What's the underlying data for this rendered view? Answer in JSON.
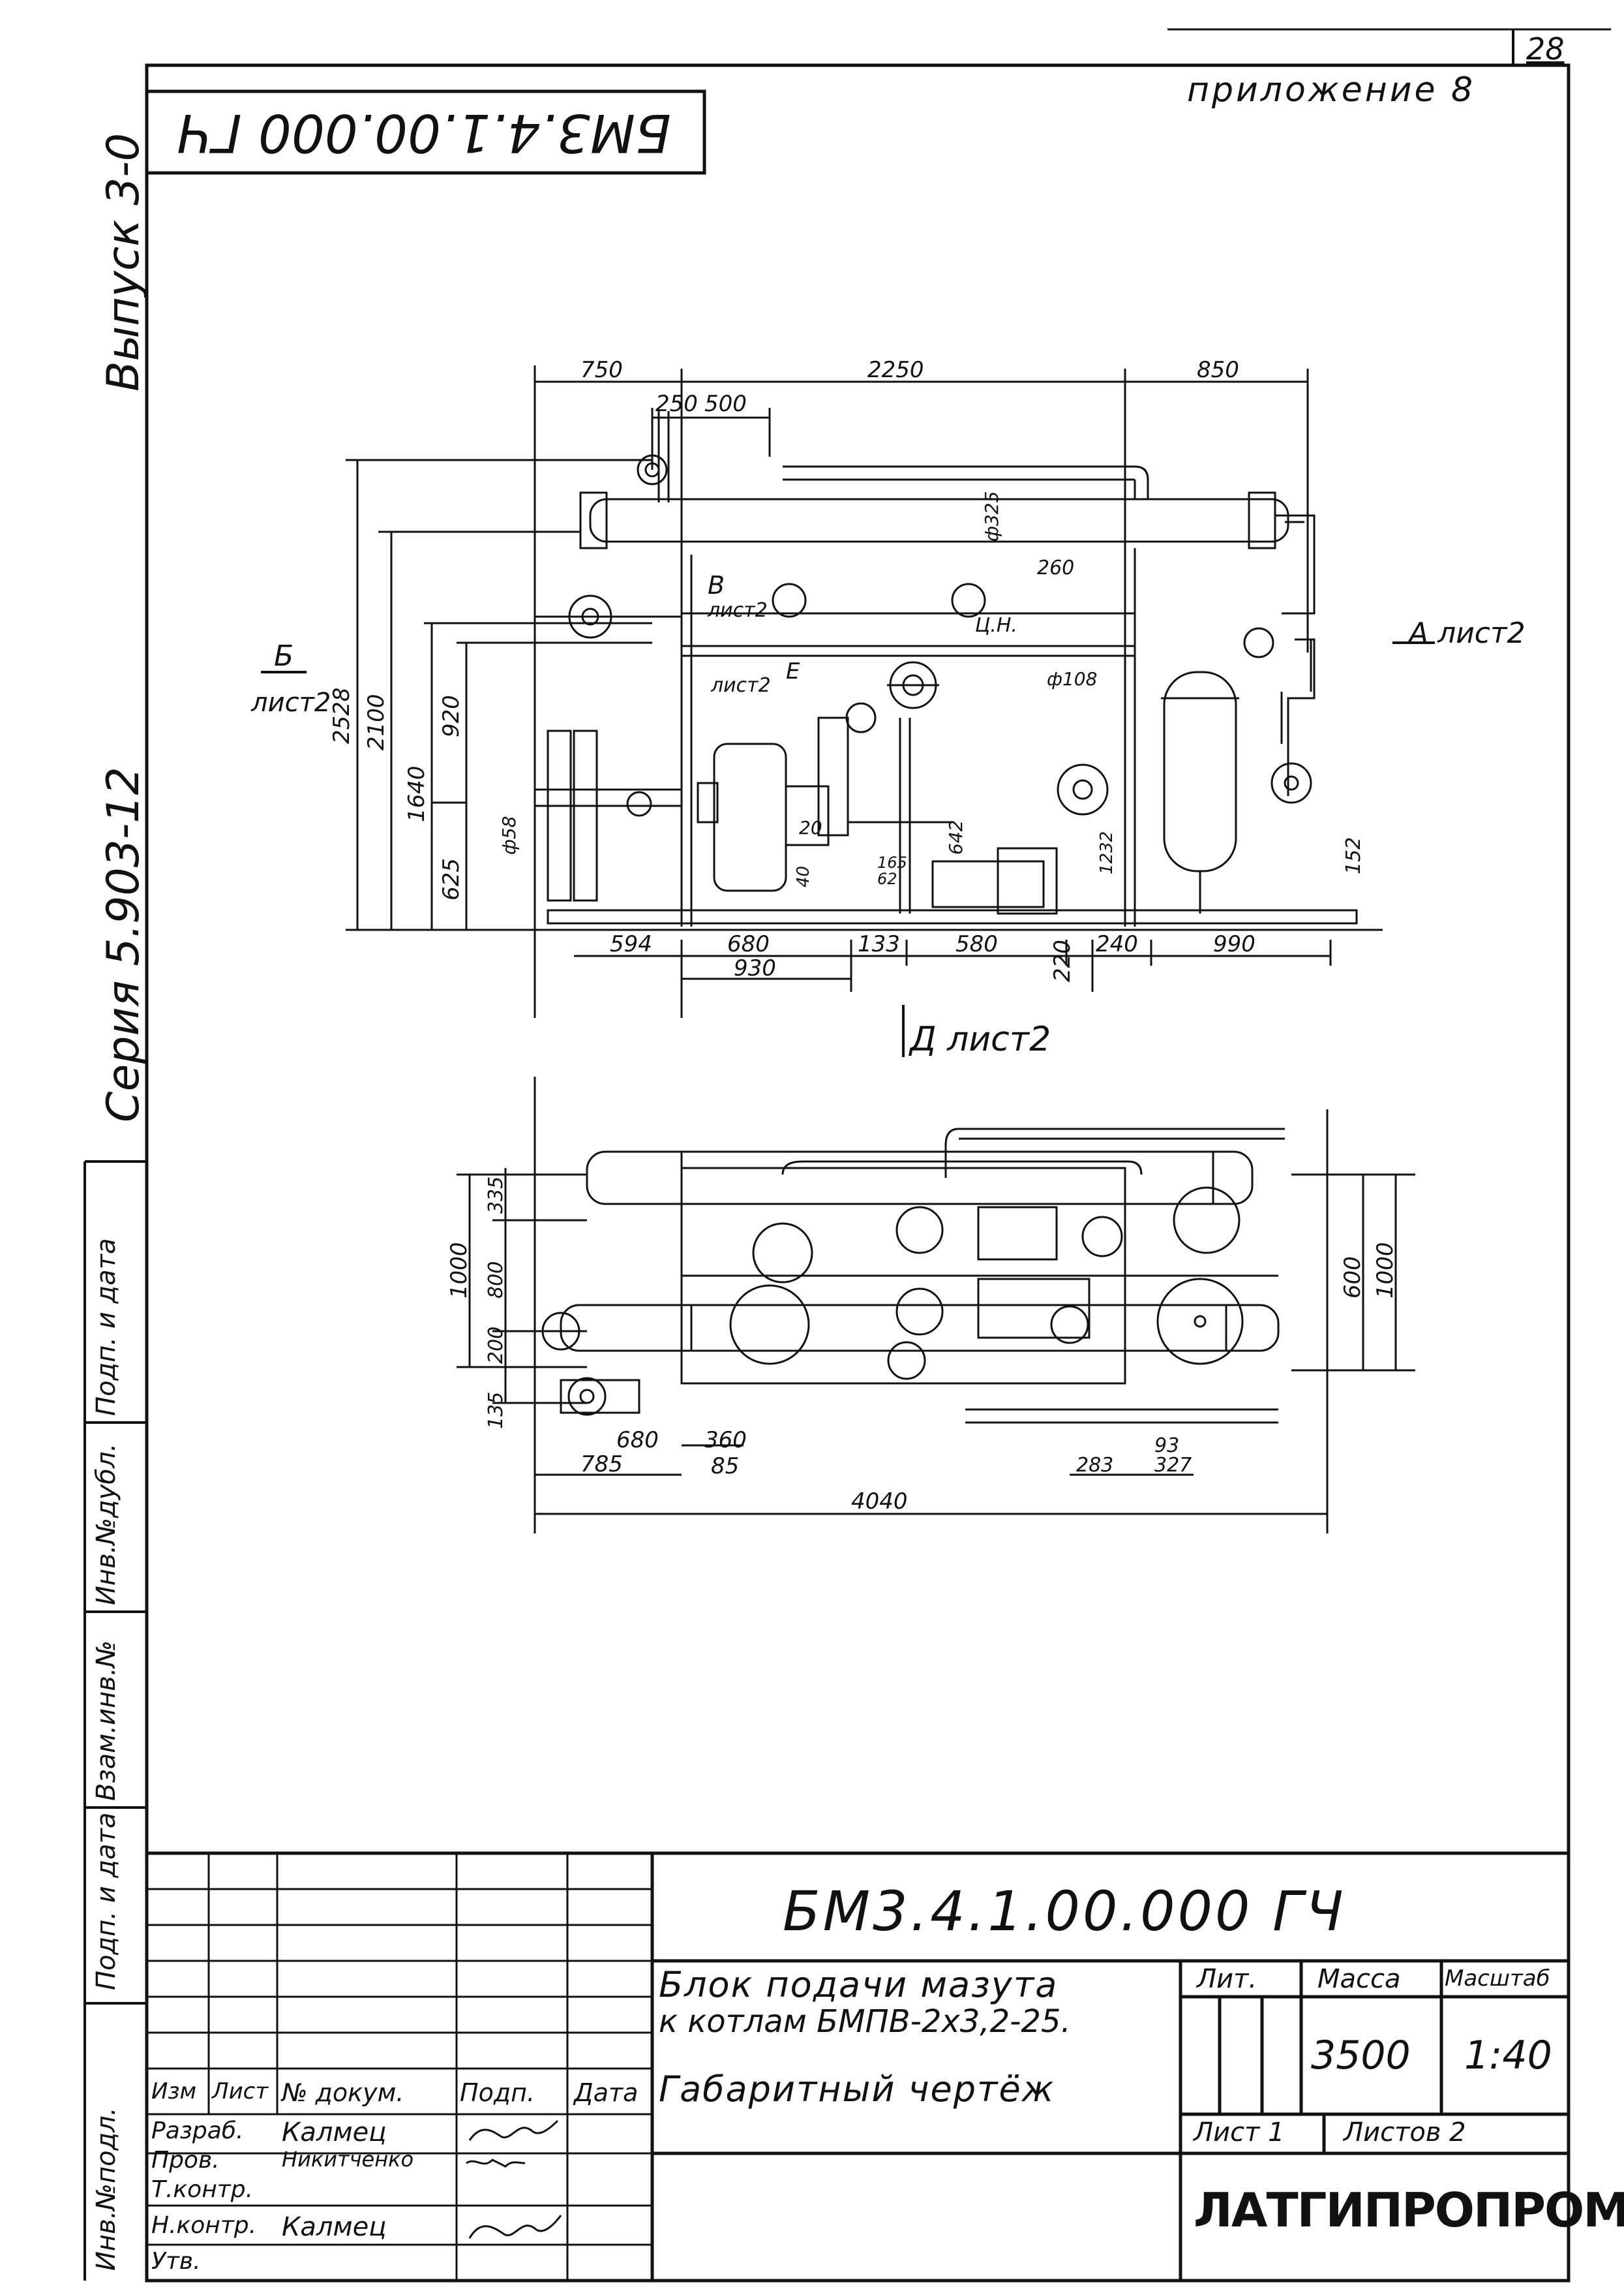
{
  "header": {
    "top_fragment": "приложение 8",
    "sheet_number": "28",
    "appendix": "приложение 8",
    "stamp_rotated": "БМ3.4.1.00.000 ГЧ"
  },
  "left_margin": {
    "vypusk": "Выпуск 3-0",
    "seria": "Серия 5.903-12",
    "fields": [
      "Инв.№подл.",
      "Подп. и дата",
      "Взам.инв.№",
      "Инв.№дубл.",
      "Подп. и дата"
    ]
  },
  "elevation_view": {
    "dims_top": [
      "750",
      "2250",
      "850",
      "250",
      "500"
    ],
    "dims_left": [
      "2528",
      "2100",
      "1640",
      "920",
      "625"
    ],
    "dims_bottom": [
      "594",
      "680",
      "133",
      "580",
      "220",
      "240",
      "990",
      "930"
    ],
    "annotations": [
      "ф325",
      "260",
      "Ц.Н.",
      "ф108",
      "ф58",
      "20",
      "40",
      "165",
      "62",
      "642",
      "1232",
      "152"
    ],
    "section_marks": {
      "a": "А лист2",
      "b": "Б",
      "b_sheet": "лист2",
      "v": "В",
      "v_sheet": "лист2",
      "e": "Е",
      "e_sheet": "лист2",
      "d": "Д лист2"
    }
  },
  "plan_view": {
    "dims_left": [
      "1000",
      "335",
      "800",
      "200",
      "135"
    ],
    "dims_right": [
      "600",
      "1000"
    ],
    "dims_bottom": [
      "680",
      "360",
      "785",
      "85",
      "93",
      "283",
      "327",
      "4040"
    ]
  },
  "title_block": {
    "designation": "БМ3.4.1.00.000 ГЧ",
    "product_name_line1": "Блок подачи мазута",
    "product_name_line2": "к котлам БМПВ-2х3,2-25.",
    "doc_name": "Габаритный чертёж",
    "col_headers": [
      "Изм",
      "Лист",
      "№ докум.",
      "Подп.",
      "Дата"
    ],
    "rows": [
      {
        "role": "Разраб.",
        "name": "Калмец"
      },
      {
        "role": "Пров.",
        "name": "Никитченко"
      },
      {
        "role": "Т.контр.",
        "name": ""
      },
      {
        "role": "",
        "name": ""
      },
      {
        "role": "Н.контр.",
        "name": "Калмец"
      },
      {
        "role": "Утв.",
        "name": ""
      }
    ],
    "lit_label": "Лит.",
    "massa_label": "Масса",
    "masshtab_label": "Масштаб",
    "massa": "3500",
    "masshtab": "1:40",
    "list_label": "Лист 1",
    "listov_label": "Листов 2",
    "organization": "ЛАТГИПРОПРОМ"
  }
}
